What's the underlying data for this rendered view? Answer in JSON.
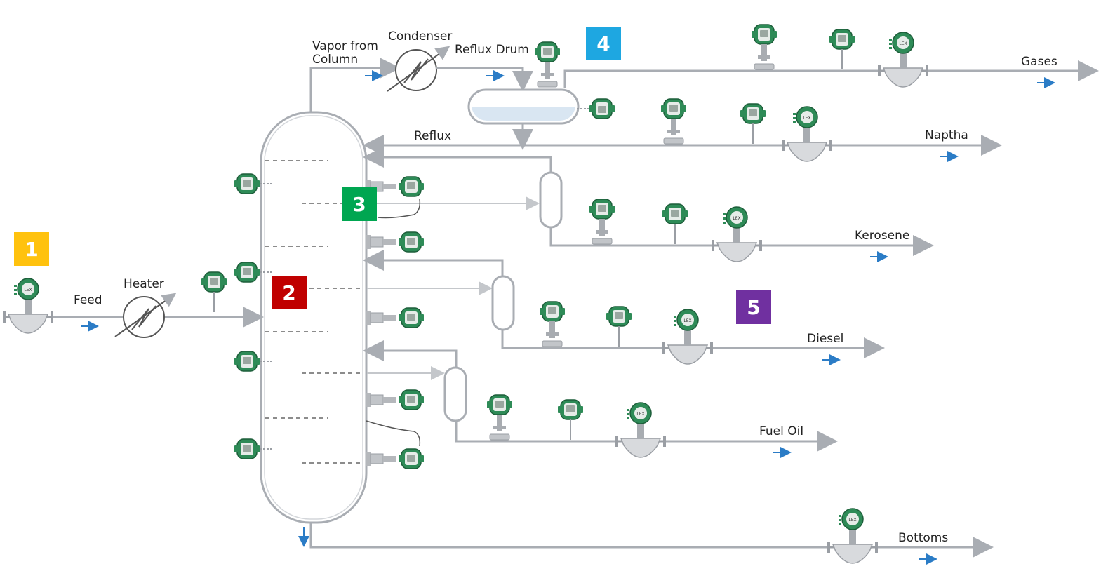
{
  "labels": {
    "feed": "Feed",
    "heater": "Heater",
    "vapor_line1": "Vapor from",
    "vapor_line2": "Column",
    "condenser": "Condenser",
    "reflux_drum": "Reflux Drum",
    "reflux": "Reflux",
    "gases": "Gases",
    "naptha": "Naptha",
    "kerosene": "Kerosene",
    "diesel": "Diesel",
    "fuel_oil": "Fuel Oil",
    "bottoms": "Bottoms"
  },
  "markers": [
    {
      "id": "1",
      "label": "1",
      "color": "#ffc20e"
    },
    {
      "id": "2",
      "label": "2",
      "color": "#c00000"
    },
    {
      "id": "3",
      "label": "3",
      "color": "#00a651"
    },
    {
      "id": "4",
      "label": "4",
      "color": "#1ea7e1"
    },
    {
      "id": "5",
      "label": "5",
      "color": "#7030a0"
    }
  ],
  "colors": {
    "pipe": "#a9adb3",
    "instrument_green": "#2e8b57",
    "flow_arrow": "#2b7cc6",
    "vessel_fill": "#d9e6f2"
  },
  "icons": [
    "flow-meter-icon",
    "pressure-transmitter-icon",
    "temperature-transmitter-icon",
    "heat-exchanger-icon",
    "flow-direction-arrow-icon"
  ]
}
